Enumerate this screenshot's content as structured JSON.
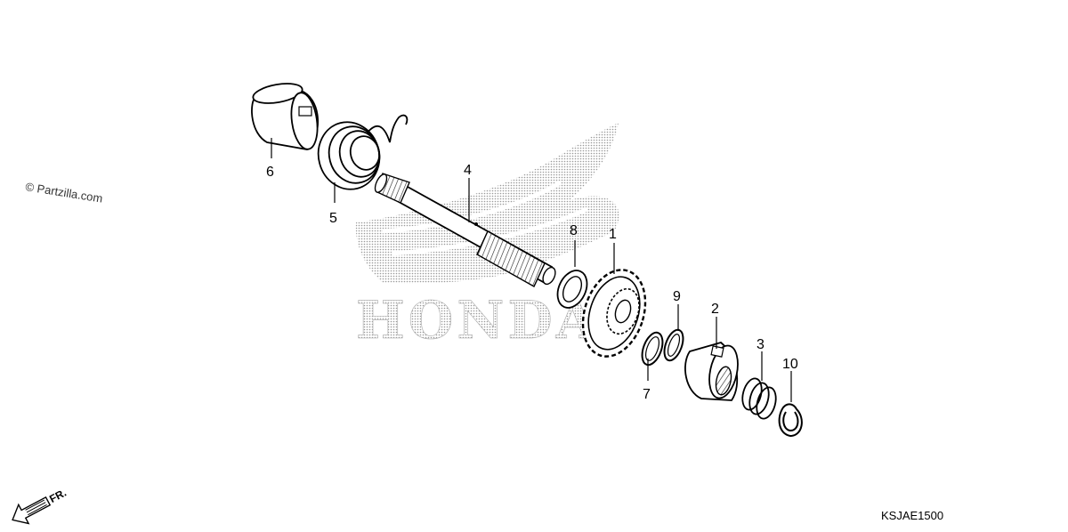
{
  "watermark": "© Partzilla.com",
  "background_logo": "HONDA",
  "direction_label": "FR.",
  "diagram_code": "KSJAE1500",
  "callouts": [
    {
      "label": "6",
      "part": "sleeve"
    },
    {
      "label": "5",
      "part": "spring"
    },
    {
      "label": "4",
      "part": "spindle"
    },
    {
      "label": "8",
      "part": "washer"
    },
    {
      "label": "1",
      "part": "gear"
    },
    {
      "label": "9",
      "part": "washer"
    },
    {
      "label": "7",
      "part": "circlip"
    },
    {
      "label": "2",
      "part": "ratchet"
    },
    {
      "label": "3",
      "part": "spring"
    },
    {
      "label": "10",
      "part": "circlip"
    }
  ]
}
